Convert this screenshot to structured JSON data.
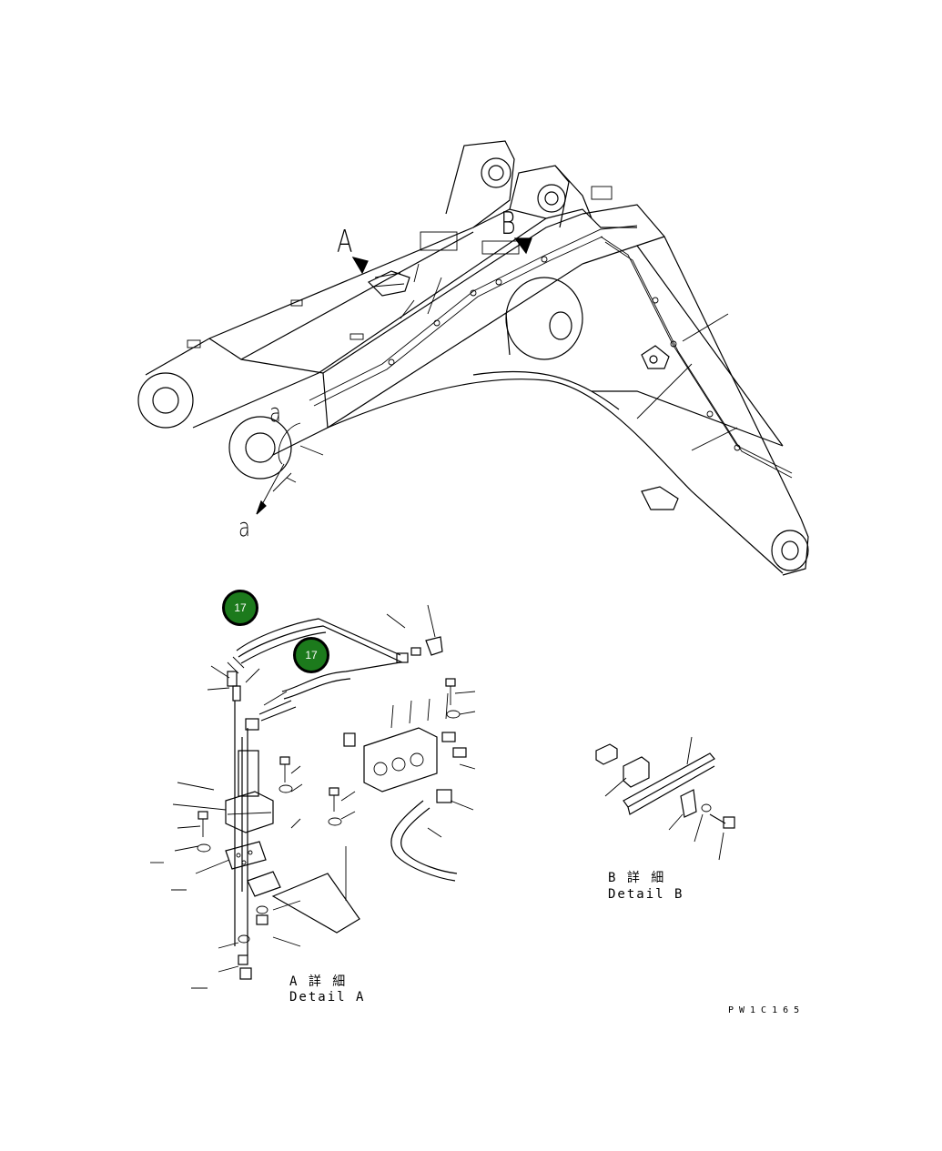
{
  "views": {
    "view_a_marker": "A",
    "view_b_marker": "B",
    "section_a_upper": "a",
    "section_a_lower": "a"
  },
  "detail_a": {
    "title_jp": "A 詳 細",
    "title_en": "Detail A"
  },
  "detail_b": {
    "title_jp": "B 詳 細",
    "title_en": "Detail B"
  },
  "drawing_code": "PW1C165",
  "callouts": [
    {
      "label": "17",
      "color": "#1c7a1c"
    },
    {
      "label": "17",
      "color": "#1c7a1c"
    }
  ]
}
